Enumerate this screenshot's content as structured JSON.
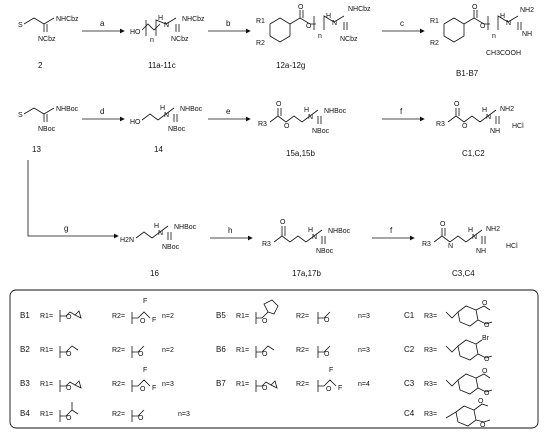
{
  "top_row": {
    "start": {
      "id": "2",
      "groups": [
        "NHCbz",
        "NCbz"
      ]
    },
    "arrow_a": "a",
    "intermediate1": {
      "id": "11a-11c",
      "groups": [
        "HO",
        "NHCbz",
        "NCbz",
        "n",
        "H",
        "N"
      ]
    },
    "arrow_b": "b",
    "intermediate2": {
      "id": "12a-12g",
      "groups": [
        "R1",
        "R2",
        "NHCbz",
        "NCbz",
        "n",
        "H",
        "N"
      ]
    },
    "arrow_c": "c",
    "product": {
      "id": "B1-B7",
      "groups": [
        "R1",
        "R2",
        "NH2",
        "NH",
        "n",
        "H",
        "N"
      ],
      "salt": "CH3COOH"
    }
  },
  "middle_row": {
    "start": {
      "id": "13",
      "groups": [
        "NHBoc",
        "NBoc"
      ]
    },
    "arrow_d": "d",
    "intermediate1": {
      "id": "14",
      "groups": [
        "HO",
        "NHBoc",
        "NBoc",
        "H",
        "N"
      ]
    },
    "arrow_e": "e",
    "intermediate2": {
      "id": "15a,15b",
      "groups": [
        "R3",
        "NHBoc",
        "NBoc",
        "H",
        "N"
      ]
    },
    "arrow_f": "f",
    "product": {
      "id": "C1,C2",
      "groups": [
        "R3",
        "NH2",
        "NH",
        "H",
        "N"
      ],
      "salt": "HCl"
    }
  },
  "bottom_row": {
    "arrow_g": "g",
    "intermediate1": {
      "id": "16",
      "groups": [
        "H2N",
        "NHBoc",
        "NBoc",
        "H",
        "N"
      ]
    },
    "arrow_h": "h",
    "intermediate2": {
      "id": "17a,17b",
      "groups": [
        "R3",
        "NHBoc",
        "NBoc",
        "H",
        "N"
      ]
    },
    "arrow_f": "f",
    "product": {
      "id": "C3,C4",
      "groups": [
        "R3",
        "NH2",
        "NH",
        "H",
        "N"
      ],
      "salt": "HCl"
    }
  },
  "legend": {
    "rows": [
      [
        {
          "code": "B1",
          "r1": "R1=",
          "r2": "R2=",
          "n": "n=2",
          "r2_atoms": [
            "F",
            "F"
          ]
        },
        {
          "code": "B5",
          "r1": "R1=",
          "r2": "R2=",
          "n": "n=3"
        },
        {
          "code": "C1",
          "r3": "R3="
        }
      ],
      [
        {
          "code": "B2",
          "r1": "R1=",
          "r2": "R2=",
          "n": "n=2"
        },
        {
          "code": "B6",
          "r1": "R1=",
          "r2": "R2=",
          "n": "n=3"
        },
        {
          "code": "C2",
          "r3": "R3=",
          "extra": "Br"
        }
      ],
      [
        {
          "code": "B3",
          "r1": "R1=",
          "r2": "R2=",
          "n": "n=3",
          "r2_atoms": [
            "F",
            "F"
          ]
        },
        {
          "code": "B7",
          "r1": "R1=",
          "r2": "R2=",
          "n": "n=4",
          "r2_atoms": [
            "F",
            "F"
          ]
        },
        {
          "code": "C3",
          "r3": "R3="
        }
      ],
      [
        {
          "code": "B4",
          "r1": "R1=",
          "r2": "R2=",
          "n": "n=3"
        },
        {
          "code": "C4",
          "r3": "R3="
        }
      ]
    ]
  }
}
